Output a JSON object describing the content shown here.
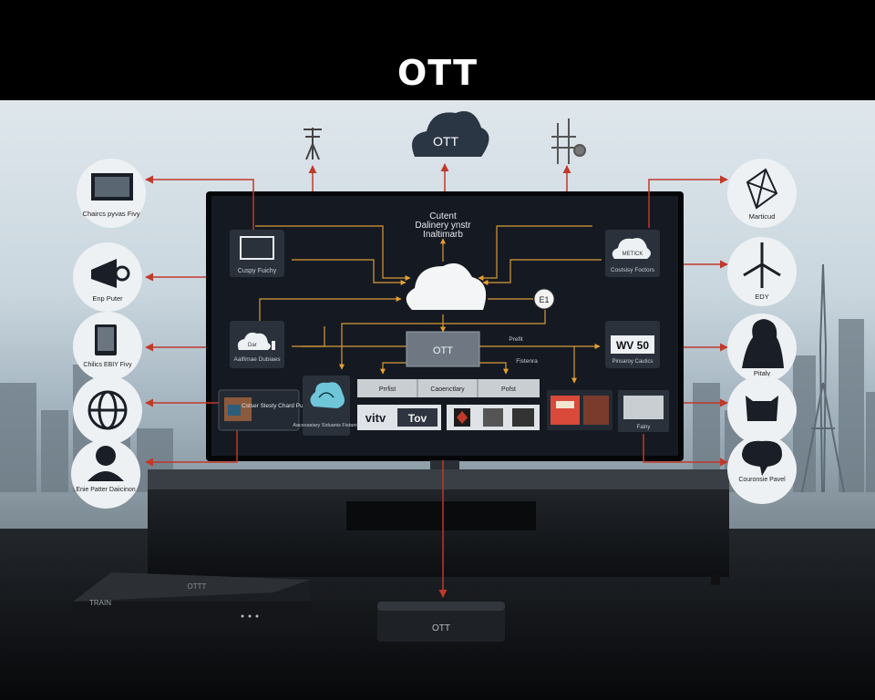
{
  "header": {
    "title": "OTT"
  },
  "top": {
    "cloud_label": "OTT"
  },
  "screen": {
    "headline_lines": [
      "Cutent",
      "Dalinery ynstr",
      "Inaltimarb"
    ],
    "panels": [
      {
        "key": "monitor",
        "label": "Cuspy Fuichy"
      },
      {
        "key": "cloud-left",
        "label": "Aalfimae Dubiaes",
        "sub": "Dar"
      },
      {
        "key": "thumb-left",
        "label": "Cstser Slesty Chard Pulce"
      },
      {
        "key": "cloud-teal",
        "label": "Aacesasiary Siduanis Fistanin"
      },
      {
        "key": "ott-box",
        "label": "OTT"
      },
      {
        "key": "prefit-top",
        "label": "Prefit"
      },
      {
        "key": "tabs",
        "labels": [
          "Prrfist",
          "Caoenctlary",
          "Pofst"
        ]
      },
      {
        "key": "brands",
        "labels": [
          "vitv",
          "Tov"
        ]
      },
      {
        "key": "cloud-right",
        "label": "Costsisy Foctors",
        "sub": "METICK"
      },
      {
        "key": "logo-right",
        "label": "Pinsaroy Cautics",
        "logo": "WV 50"
      },
      {
        "key": "posters",
        "label": "Fistenra"
      },
      {
        "key": "gray-right",
        "label": "Fainy"
      },
      {
        "key": "badge",
        "label": "E1"
      }
    ]
  },
  "left_nodes": [
    {
      "icon": "monitor-icon",
      "label": "Chaircs pyvas Fivy"
    },
    {
      "icon": "megaphone-icon",
      "label": "Enp Puter"
    },
    {
      "icon": "tablet-icon",
      "label": "Chilics EBIY Fivy"
    },
    {
      "icon": "globe-icon",
      "label": ""
    },
    {
      "icon": "person-icon",
      "label": "Enie Patter Daiicinon"
    }
  ],
  "right_nodes": [
    {
      "icon": "polyhedron-icon",
      "label": "Marticud"
    },
    {
      "icon": "wind-turbine-icon",
      "label": "EDY"
    },
    {
      "icon": "silhouette-icon",
      "label": "Pitaly"
    },
    {
      "icon": "mask-icon",
      "label": ""
    },
    {
      "icon": "speech-bubble-icon",
      "label": "Couronsie Pavel"
    }
  ],
  "devices": {
    "box_left_label": "TRAIN",
    "box_left_brand": "OTTT",
    "box_right_label": "OTT"
  },
  "colors": {
    "accent": "#c0392b",
    "panel": "#1a1f27",
    "screen": "#151a22",
    "node": "#eef1f3"
  }
}
